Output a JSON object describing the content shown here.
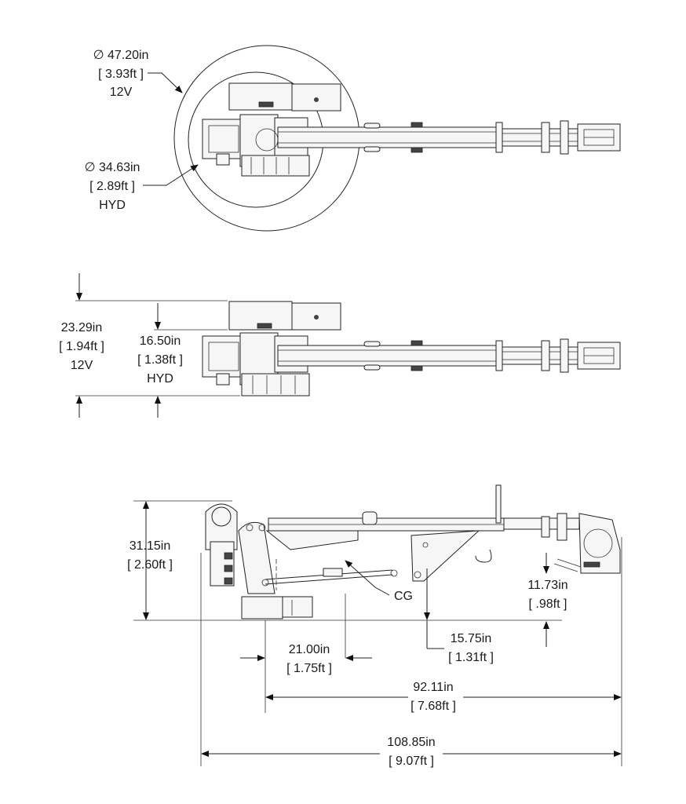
{
  "top_view": {
    "outer_circle": {
      "dia": "∅ 47.20in",
      "ft": "[ 3.93ft ]",
      "type": "12V"
    },
    "inner_circle": {
      "dia": "∅ 34.63in",
      "ft": "[ 2.89ft ]",
      "type": "HYD"
    }
  },
  "front_view": {
    "height_12v": {
      "in": "23.29in",
      "ft": "[ 1.94ft ]",
      "type": "12V"
    },
    "height_hyd": {
      "in": "16.50in",
      "ft": "[ 1.38ft ]",
      "type": "HYD"
    }
  },
  "side_view": {
    "cg_label": "CG",
    "height": {
      "in": "31.15in",
      "ft": "[ 2.60ft ]"
    },
    "tip_offset": {
      "in": "11.73in",
      "ft": "[ .98ft ]"
    },
    "cg_height": {
      "in": "15.75in",
      "ft": "[ 1.31ft ]"
    },
    "cg_distance": {
      "in": "21.00in",
      "ft": "[ 1.75ft ]"
    },
    "reach": {
      "in": "92.11in",
      "ft": "[ 7.68ft ]"
    },
    "overall_length": {
      "in": "108.85in",
      "ft": "[ 9.07ft ]"
    }
  }
}
